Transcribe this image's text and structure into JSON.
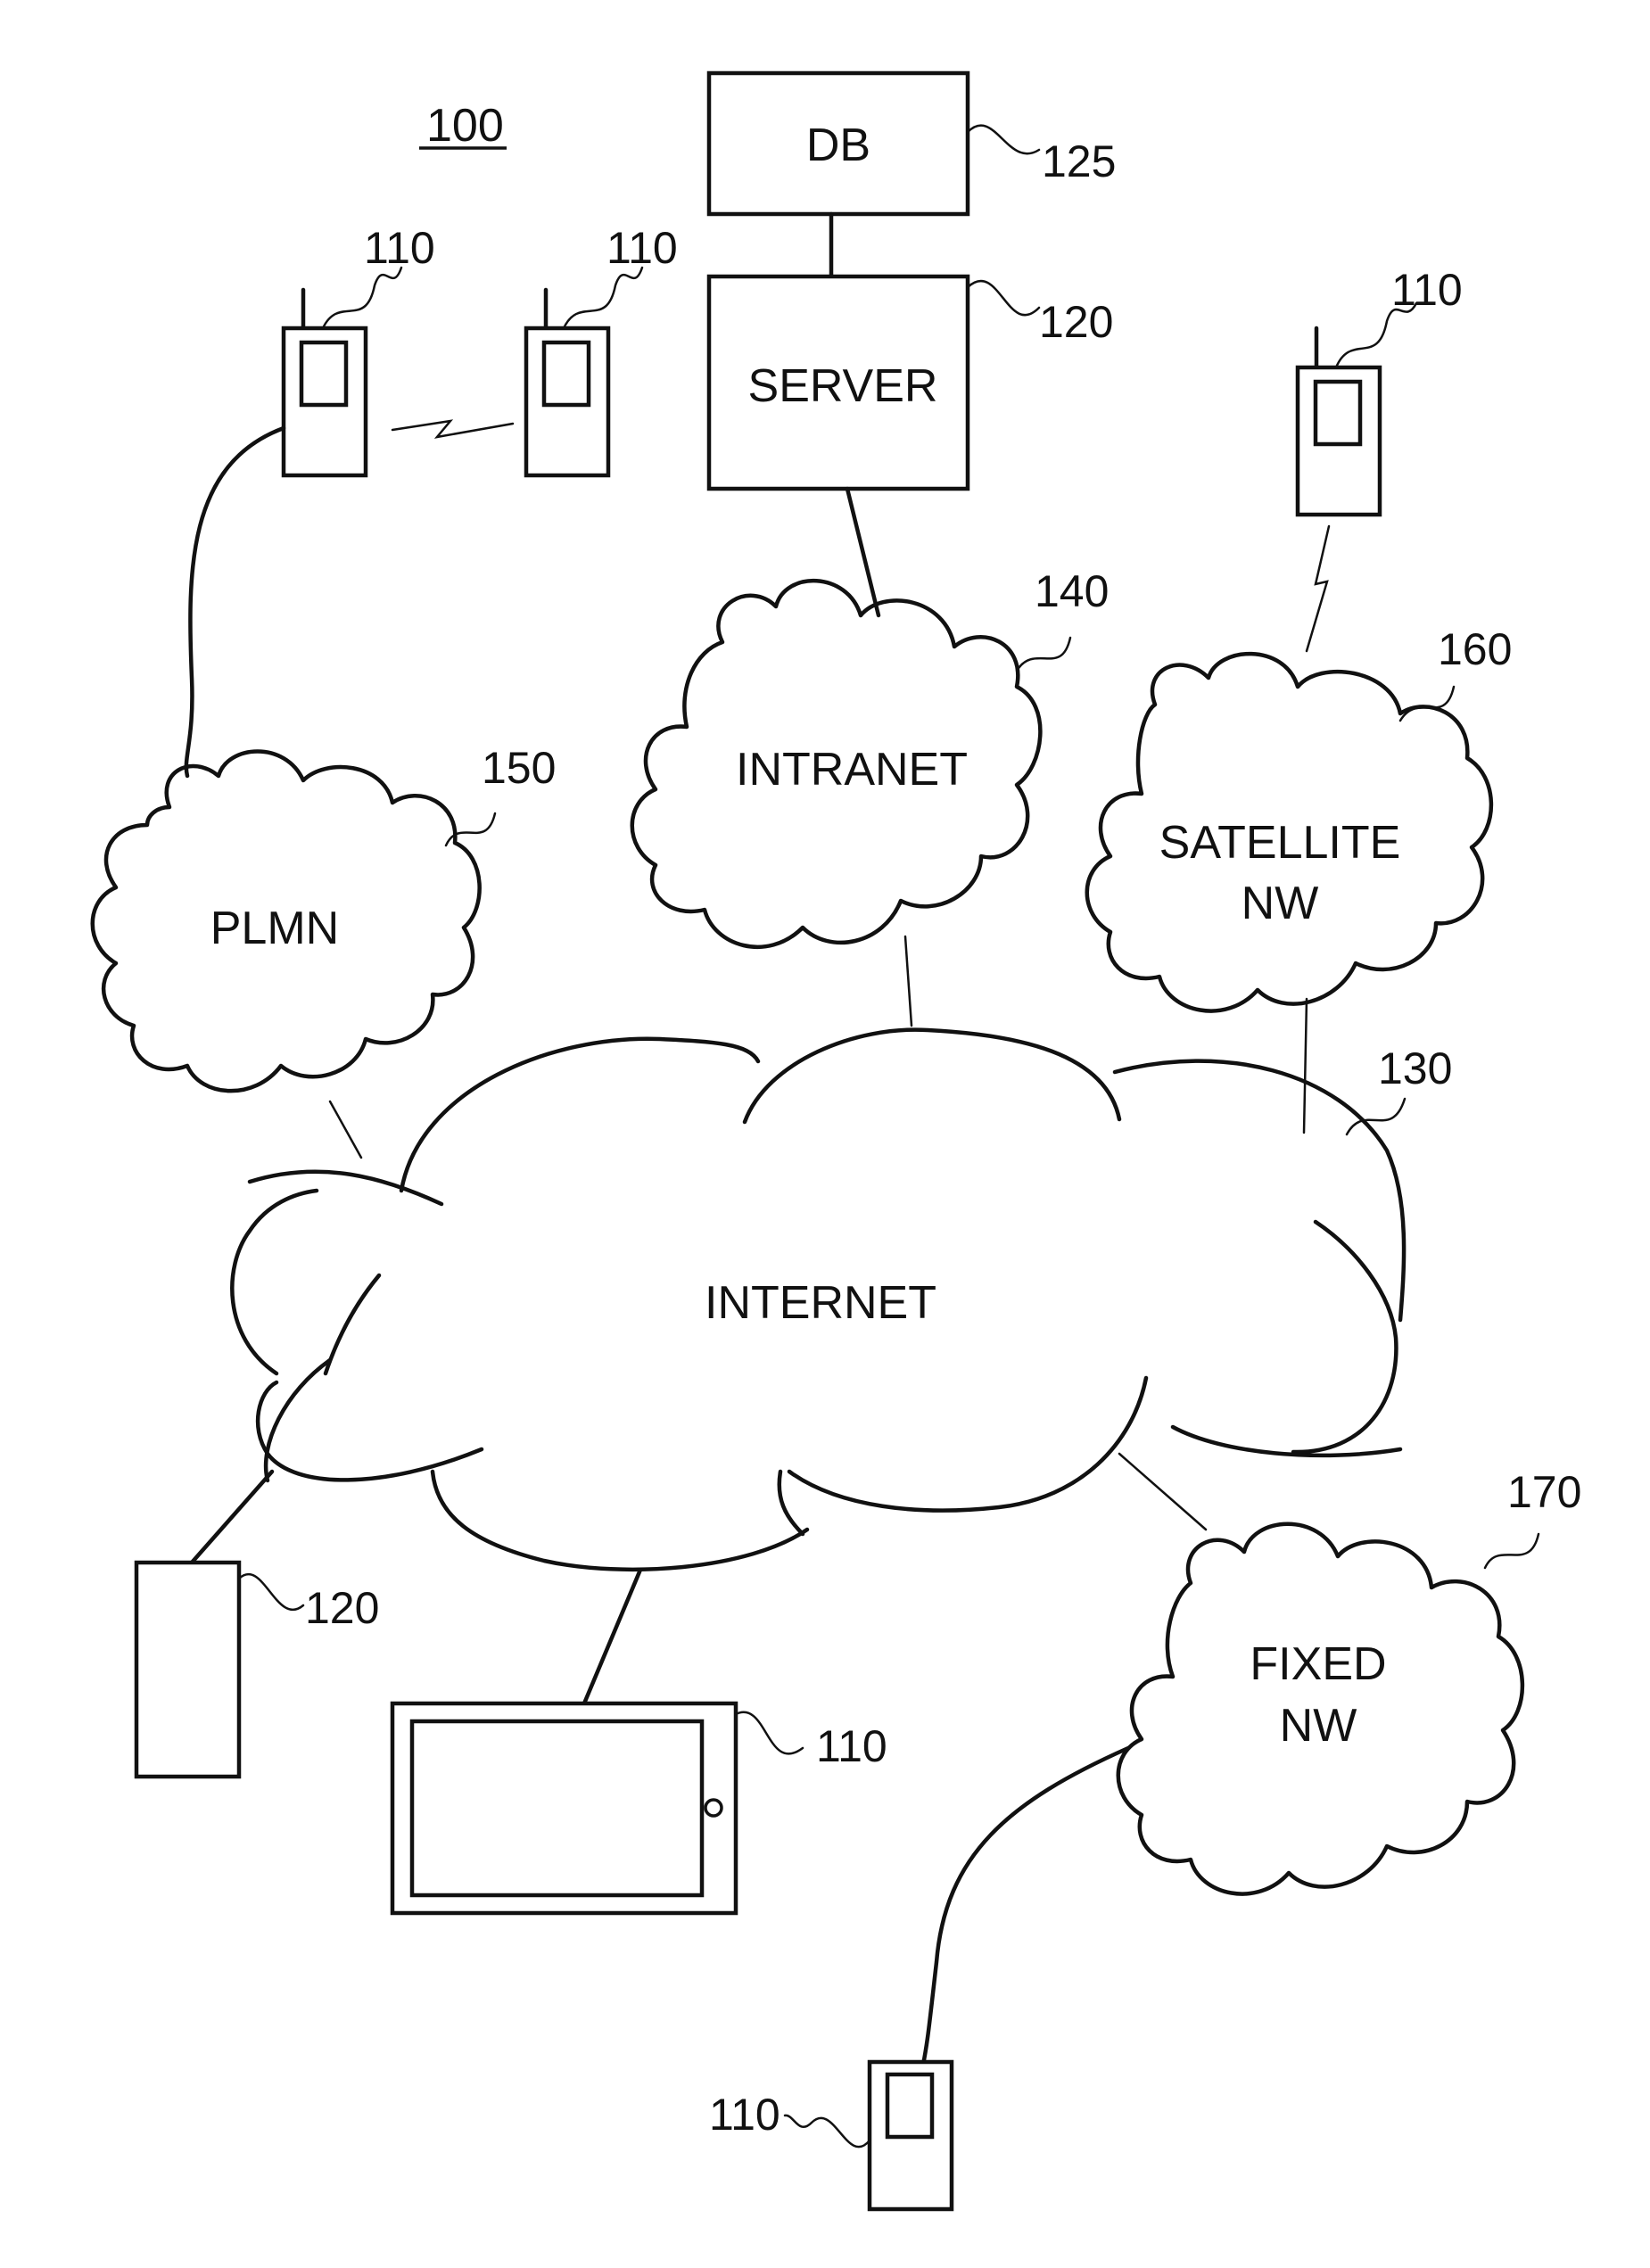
{
  "figure_number": "100",
  "nodes": {
    "db": {
      "label": "DB",
      "ref": "125"
    },
    "server": {
      "label": "SERVER",
      "ref": "120"
    },
    "intranet": {
      "label": "INTRANET",
      "ref": "140"
    },
    "plmn": {
      "label": "PLMN",
      "ref": "150"
    },
    "satellite": {
      "label_line1": "SATELLITE",
      "label_line2": "NW",
      "ref": "160"
    },
    "internet": {
      "label": "INTERNET",
      "ref": "130"
    },
    "fixed": {
      "label_line1": "FIXED",
      "label_line2": "NW",
      "ref": "170"
    },
    "server_bottom": {
      "ref": "120"
    }
  },
  "devices": {
    "phone_left": {
      "ref": "110"
    },
    "phone_mid": {
      "ref": "110"
    },
    "phone_sat": {
      "ref": "110"
    },
    "tablet": {
      "ref": "110"
    },
    "phone_bottom": {
      "ref": "110"
    }
  }
}
